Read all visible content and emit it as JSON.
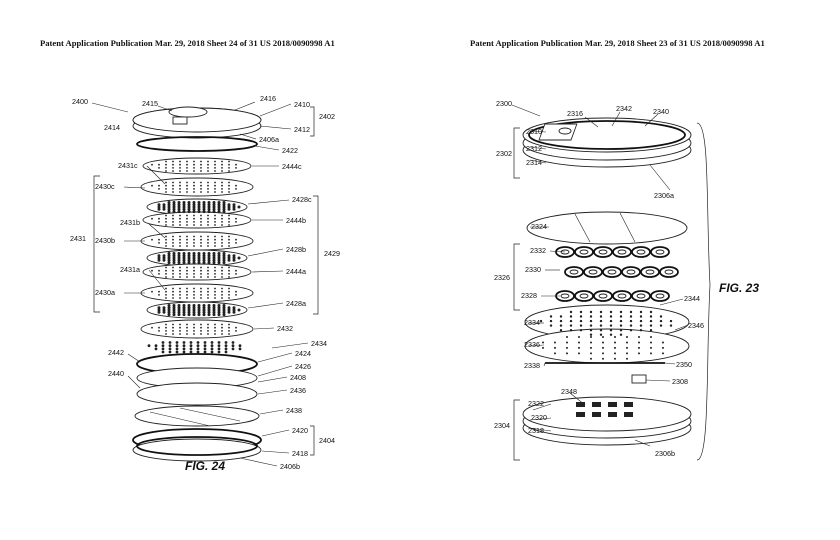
{
  "left_header": "Patent Application Publication     Mar. 29, 2018  Sheet 24 of 31     US 2018/0090998 A1",
  "right_header": "Patent Application Publication     Mar. 29, 2018  Sheet 23 of 31     US 2018/0090998 A1",
  "fig24": {
    "caption": "FIG. 24",
    "labels": {
      "l2400": "2400",
      "l2415": "2415",
      "l2416": "2416",
      "l2410": "2410",
      "l2402": "2402",
      "l2414": "2414",
      "l2412": "2412",
      "l2406a": "2406a",
      "l2422": "2422",
      "l2444c": "2444c",
      "l2431c": "2431c",
      "l2430c": "2430c",
      "l2428c": "2428c",
      "l2444b": "2444b",
      "l2431b": "2431b",
      "l2431": "2431",
      "l2430b": "2430b",
      "l2428b": "2428b",
      "l2429": "2429",
      "l2431a": "2431a",
      "l2444a": "2444a",
      "l2430a": "2430a",
      "l2428a": "2428a",
      "l2432": "2432",
      "l2434": "2434",
      "l2442": "2442",
      "l2424": "2424",
      "l2426": "2426",
      "l2440": "2440",
      "l2408": "2408",
      "l2436": "2436",
      "l2438": "2438",
      "l2420": "2420",
      "l2404": "2404",
      "l2418": "2418",
      "l2406b": "2406b"
    }
  },
  "fig23": {
    "caption": "FIG. 23",
    "labels": {
      "l2300": "2300",
      "l2316": "2316",
      "l2342": "2342",
      "l2340": "2340",
      "l2310": "2310",
      "l2302": "2302",
      "l2312": "2312",
      "l2314": "2314",
      "l2306a": "2306a",
      "l2324": "2324",
      "l2332": "2332",
      "l2330": "2330",
      "l2326": "2326",
      "l2328": "2328",
      "l2344": "2344",
      "l2334": "2334",
      "l2346": "2346",
      "l2336": "2336",
      "l2338": "2338",
      "l2350": "2350",
      "l2308": "2308",
      "l2348": "2348",
      "l2322": "2322",
      "l2320": "2320",
      "l2304": "2304",
      "l2318": "2318",
      "l2306b": "2306b"
    }
  }
}
